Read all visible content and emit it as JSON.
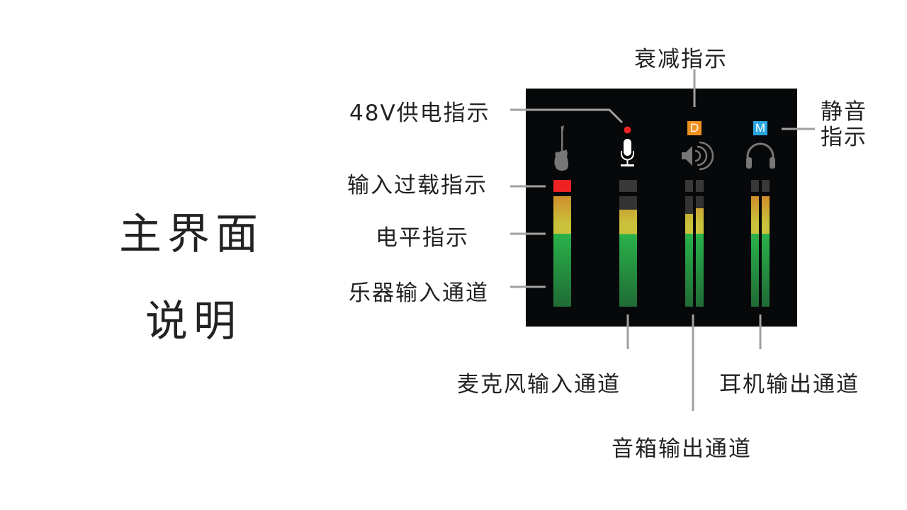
{
  "title": {
    "line1": "主界面",
    "line2": "说明"
  },
  "labels": {
    "phantom": "48V供电指示",
    "attenuate": "衰减指示",
    "mute_line1": "静音",
    "mute_line2": "指示",
    "overload": "输入过载指示",
    "level": "电平指示",
    "instrument": "乐器输入通道",
    "mic": "麦克风输入通道",
    "speaker": "音箱输出通道",
    "headphone": "耳机输出通道"
  },
  "panel": {
    "attenuate_badge": "D",
    "mute_badge": "M",
    "colors": {
      "attenuate": "#f0901e",
      "mute": "#27a6e0",
      "clip": "#ee2222",
      "phantom_led": "#ee2222"
    },
    "channels": [
      {
        "name": "instrument",
        "icon": "guitar-icon",
        "clip": true,
        "levels": [
          1.0
        ]
      },
      {
        "name": "mic",
        "icon": "microphone-icon",
        "phantom": true,
        "levels": [
          0.88
        ]
      },
      {
        "name": "speaker",
        "icon": "speaker-icon",
        "levels": [
          0.84,
          0.89
        ]
      },
      {
        "name": "headphone",
        "icon": "headphones-icon",
        "levels": [
          1.0,
          1.0
        ]
      }
    ]
  }
}
